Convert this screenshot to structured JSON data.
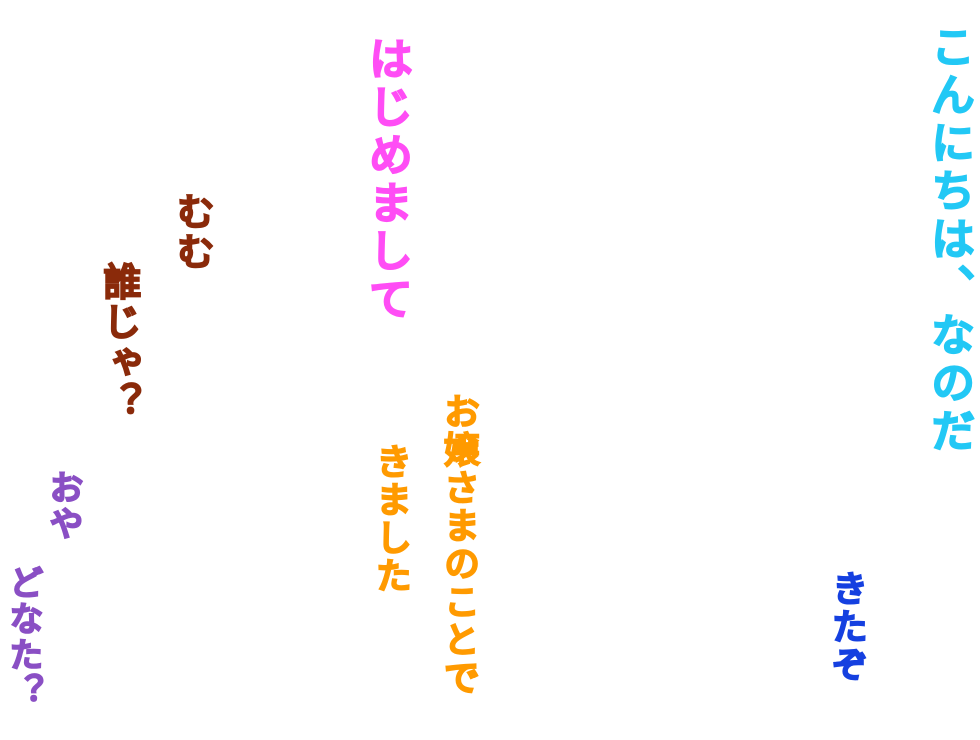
{
  "lines": {
    "konnichiwa": "こんにちは、なのだ",
    "hajimemashite": "はじめまして",
    "kitazo": "きたぞ",
    "ojousama": "お嬢さまのことで",
    "kimashita": "きました",
    "mumu": "むむ",
    "dareja": "誰じゃ？",
    "oya": "おや",
    "donata": "どなた？"
  },
  "colors": {
    "cyan": "#22c8f5",
    "magenta": "#ff4df5",
    "blue": "#1540e0",
    "orange": "#ff9a00",
    "brown": "#8a2a0a",
    "purple": "#8a4fc4",
    "background": "#ffffff"
  }
}
